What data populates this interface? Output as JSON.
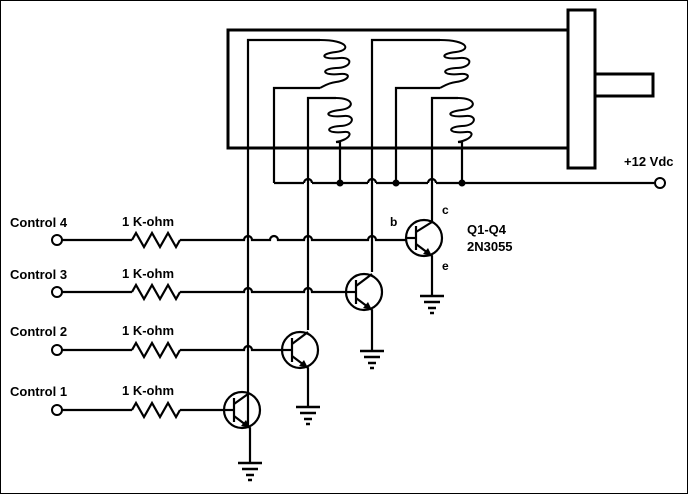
{
  "diagram": {
    "supply_label": "+12 Vdc",
    "transistor_label": "Q1-Q4",
    "transistor_part": "2N3055",
    "pin_base": "b",
    "pin_collector": "c",
    "pin_emitter": "e",
    "controls": [
      {
        "name": "Control 4",
        "resistor": "1 K-ohm"
      },
      {
        "name": "Control 3",
        "resistor": "1 K-ohm"
      },
      {
        "name": "Control 2",
        "resistor": "1 K-ohm"
      },
      {
        "name": "Control 1",
        "resistor": "1 K-ohm"
      }
    ]
  }
}
